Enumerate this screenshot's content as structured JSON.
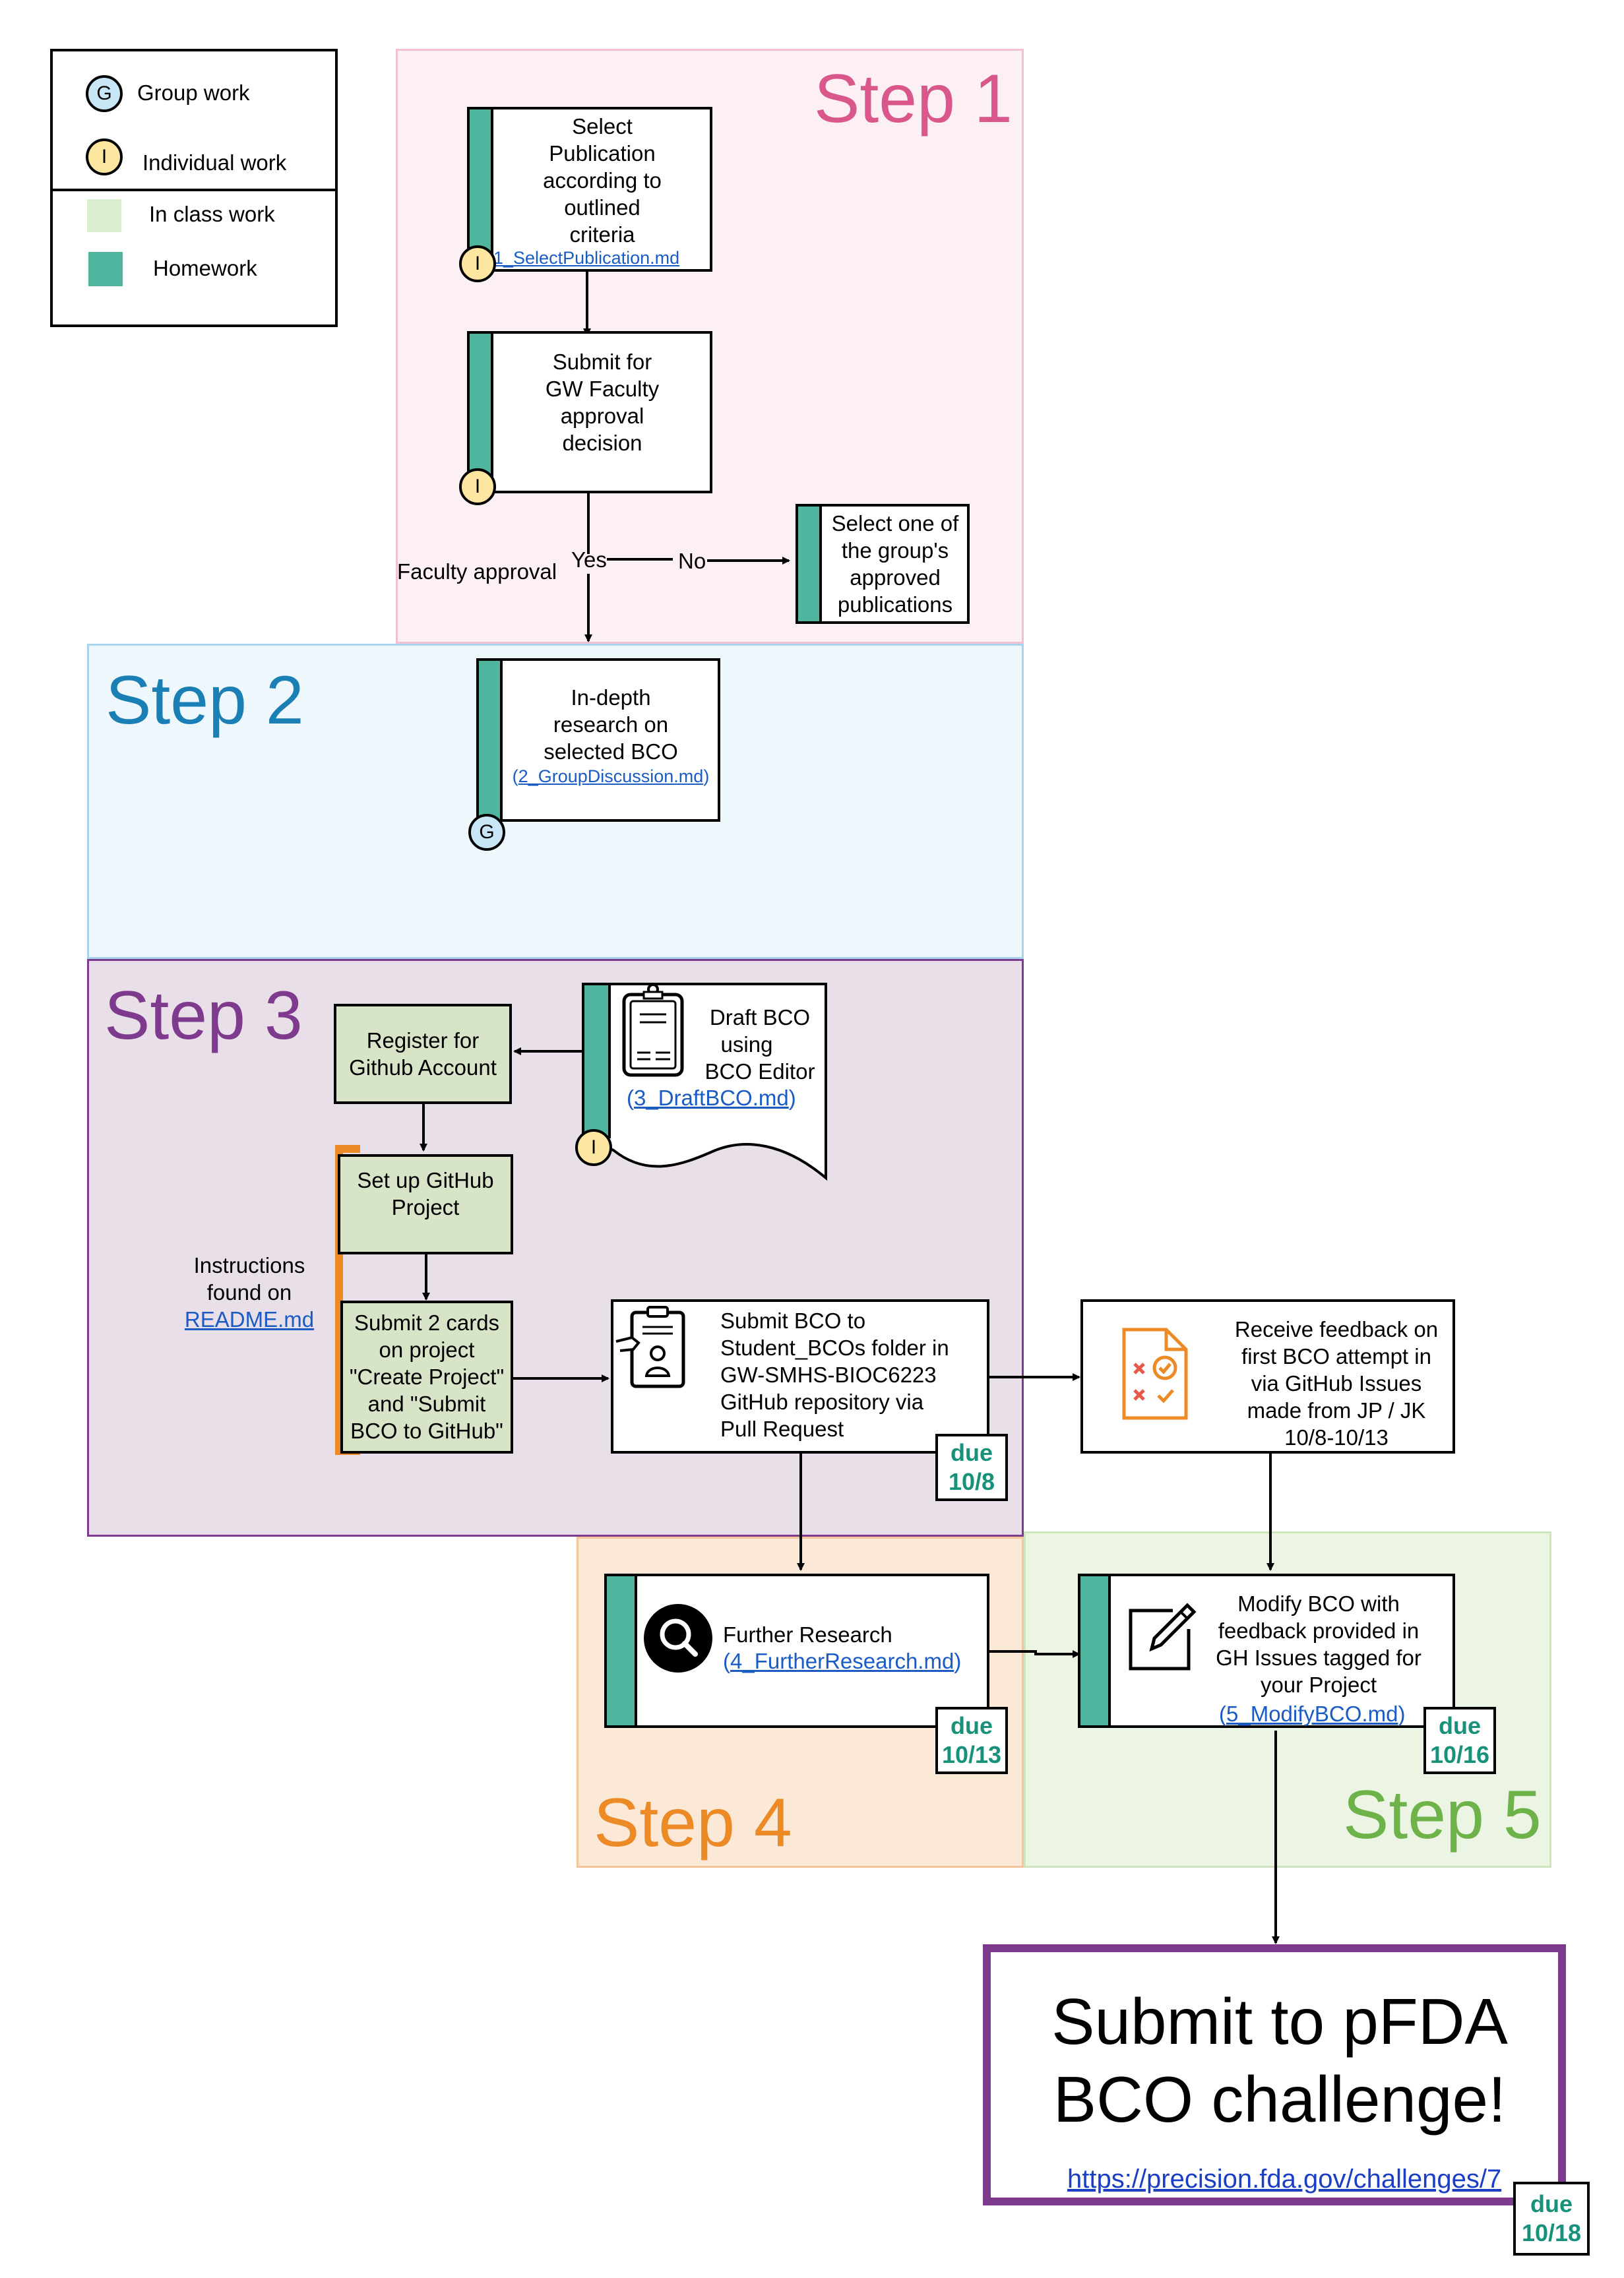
{
  "legend": {
    "group_work": {
      "symbol": "G",
      "label": "Group work",
      "color": "#c9e6f7"
    },
    "individual_work": {
      "symbol": "I",
      "label": "Individual work",
      "color": "#fde6a0"
    },
    "in_class_work": {
      "label": "In class work",
      "color": "#d9efcf"
    },
    "homework": {
      "label": "Homework",
      "color": "#4fb59e"
    }
  },
  "steps": {
    "step1": {
      "title": "Step 1",
      "color": "#d9578a",
      "bg": "#fcf0f4"
    },
    "step2": {
      "title": "Step 2",
      "color": "#1a7fb5",
      "bg": "#eef7fc"
    },
    "step3": {
      "title": "Step 3",
      "color": "#7e3a8c",
      "bg": "#e9dfe9"
    },
    "step4": {
      "title": "Step 4",
      "color": "#ec8a25",
      "bg": "#fbe8d7"
    },
    "step5": {
      "title": "Step 5",
      "color": "#6eb24a",
      "bg": "#ecf4e3"
    }
  },
  "nodes": {
    "select_publication": {
      "lines": [
        "Select",
        "Publication",
        "according to",
        "outlined",
        "criteria"
      ],
      "link": "1_SelectPublication.md",
      "badge": "I"
    },
    "submit_faculty": {
      "lines": [
        "Submit for",
        "GW Faculty",
        "approval",
        "decision"
      ],
      "badge": "I"
    },
    "select_group_pub": {
      "lines": [
        "Select one of",
        "the group's",
        "approved",
        "publications"
      ]
    },
    "faculty_approval": "Faculty approval",
    "yes": "Yes",
    "no": "No",
    "in_depth": {
      "lines": [
        "In-depth",
        "research on",
        "selected BCO"
      ],
      "link_prefix": "(",
      "link": "2_GroupDiscussion.md",
      "link_suffix": ")",
      "badge": "G"
    },
    "register_github": {
      "lines": [
        "Register for",
        "Github Account"
      ]
    },
    "draft_bco": {
      "lines": [
        "Draft BCO",
        "using",
        "BCO Editor"
      ],
      "link_prefix": "(",
      "link": "3_DraftBCO.md",
      "link_suffix": ")",
      "badge": "I"
    },
    "setup_github": {
      "lines": [
        "Set up GitHub",
        "Project"
      ]
    },
    "instructions": {
      "lines": [
        "Instructions",
        "found on"
      ],
      "link": "README.md"
    },
    "submit_cards": {
      "lines": [
        "Submit 2 cards",
        "on project",
        "\"Create Project\"",
        "and \"Submit",
        "BCO to GitHub\""
      ]
    },
    "submit_bco": {
      "lines": [
        "Submit BCO to",
        "Student_BCOs folder in",
        "GW-SMHS-BIOC6223",
        "GitHub repository via",
        "Pull Request"
      ],
      "due": [
        "due",
        "10/8"
      ]
    },
    "receive_feedback": {
      "lines": [
        "Receive feedback on",
        "first BCO attempt  in",
        "via GitHub Issues",
        "made from JP / JK",
        "10/8-10/13"
      ]
    },
    "further_research": {
      "lines": [
        "Further Research"
      ],
      "link_prefix": "(",
      "link": "4_FurtherResearch.md",
      "link_suffix": ")",
      "due": [
        "due",
        "10/13"
      ]
    },
    "modify_bco": {
      "lines": [
        "Modify BCO with",
        "feedback provided in",
        "GH Issues tagged for",
        "your Project"
      ],
      "link_prefix": "(",
      "link": "5_ModifyBCO.md",
      "link_suffix": ")",
      "due": [
        "due",
        "10/16"
      ]
    },
    "final": {
      "lines": [
        "Submit to pFDA",
        "BCO challenge!"
      ],
      "link": "https://precision.fda.gov/challenges/7",
      "due": [
        "due",
        "10/18"
      ],
      "border": "#7e3a8c"
    }
  },
  "icons": {
    "clipboard": "clipboard-icon",
    "id_card": "id-card-icon",
    "checklist": "checklist-icon",
    "search": "search-icon",
    "edit": "edit-icon"
  }
}
